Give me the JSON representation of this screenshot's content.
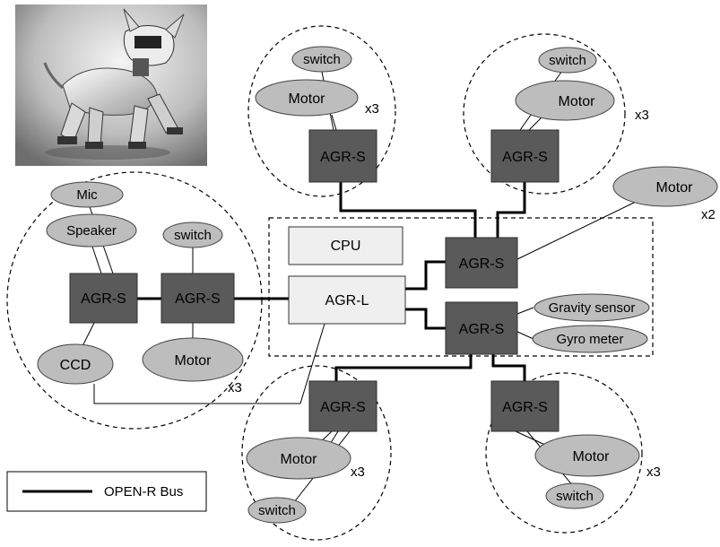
{
  "legend": {
    "label": "OPEN-R Bus"
  },
  "core": {
    "cpu": "CPU",
    "agr_l": "AGR-L"
  },
  "hub_label": "AGR-S",
  "left": {
    "mic": "Mic",
    "speaker": "Speaker",
    "switch": "switch",
    "motor": "Motor",
    "ccd": "CCD",
    "multiplier": "x3"
  },
  "top_left_leg": {
    "switch": "switch",
    "motor": "Motor",
    "multiplier": "x3"
  },
  "top_right_leg": {
    "switch": "switch",
    "motor": "Motor",
    "multiplier": "x3"
  },
  "right": {
    "motor": "Motor",
    "multiplier": "x2",
    "gravity": "Gravity sensor",
    "gyro": "Gyro meter"
  },
  "bottom_left_leg": {
    "motor": "Motor",
    "switch": "switch",
    "multiplier": "x3"
  },
  "bottom_right_leg": {
    "motor": "Motor",
    "switch": "switch",
    "multiplier": "x3"
  },
  "photo": {
    "subject": "robot-dog-photo"
  }
}
